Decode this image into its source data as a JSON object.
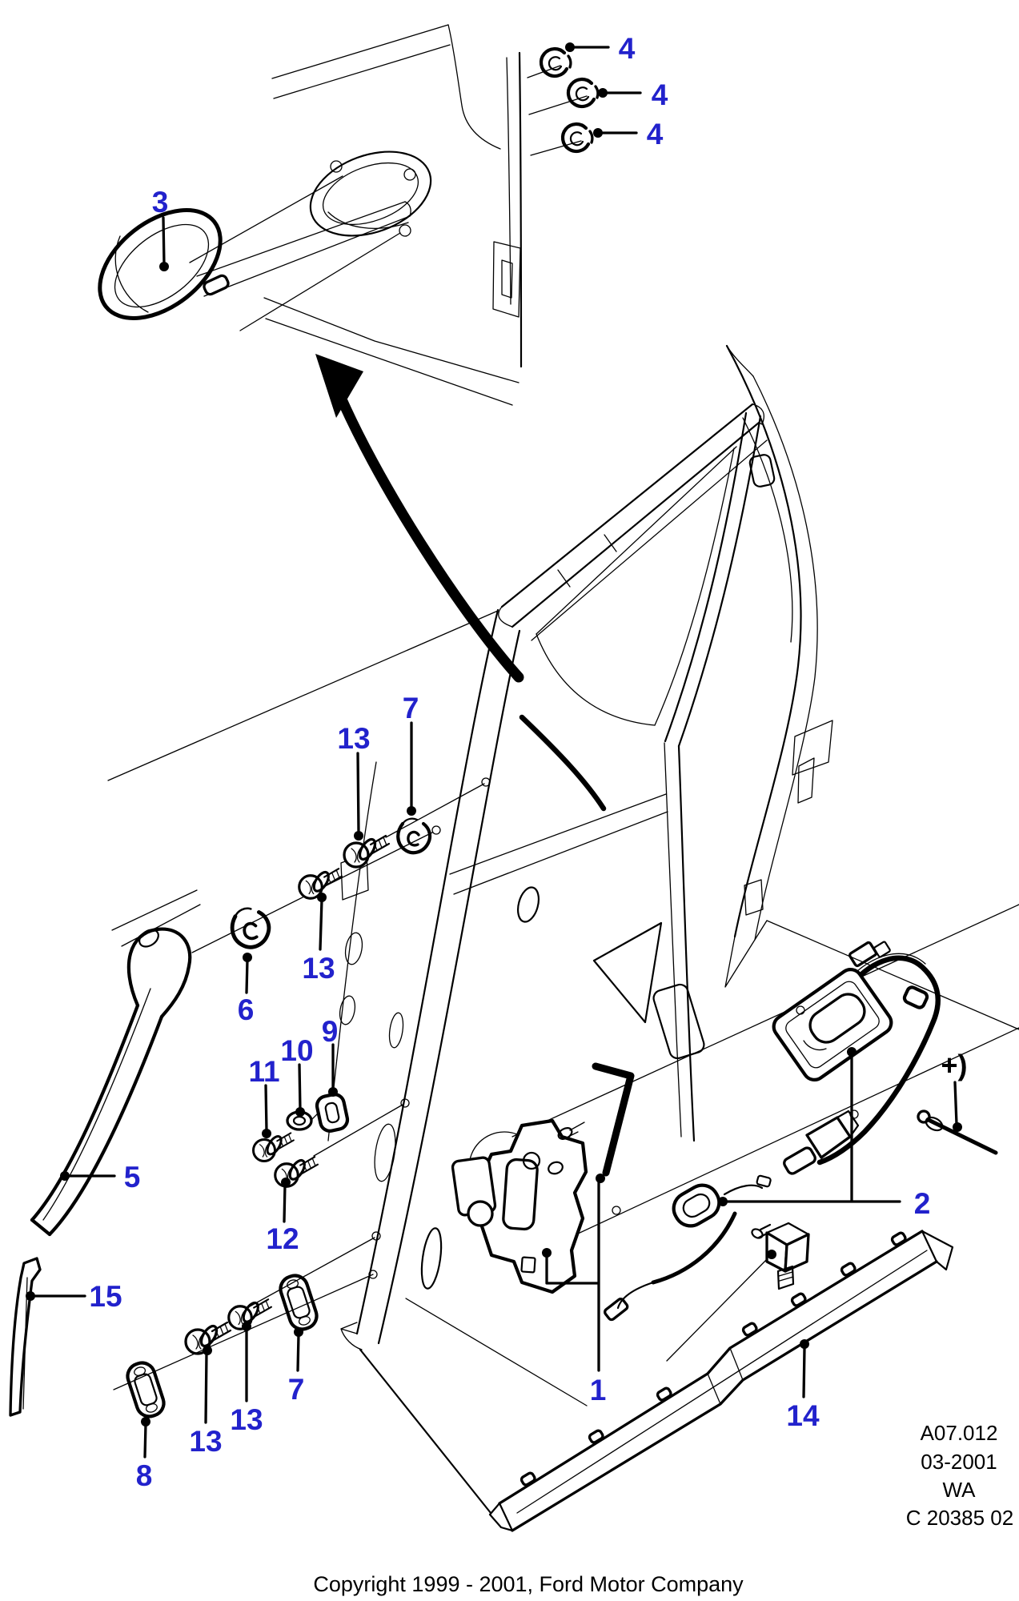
{
  "document": {
    "type": "exploded-parts-diagram",
    "subject": "Sliding door lock mechanism and handles"
  },
  "callouts": [
    {
      "id": "4-upper",
      "text": "4"
    },
    {
      "id": "4-middle",
      "text": "4"
    },
    {
      "id": "4-lower",
      "text": "4"
    },
    {
      "id": "3",
      "text": "3"
    },
    {
      "id": "7-top",
      "text": "7"
    },
    {
      "id": "13-top",
      "text": "13"
    },
    {
      "id": "6",
      "text": "6"
    },
    {
      "id": "13-mid",
      "text": "13"
    },
    {
      "id": "9",
      "text": "9"
    },
    {
      "id": "10",
      "text": "10"
    },
    {
      "id": "11",
      "text": "11"
    },
    {
      "id": "12",
      "text": "12"
    },
    {
      "id": "5",
      "text": "5"
    },
    {
      "id": "15",
      "text": "15"
    },
    {
      "id": "8",
      "text": "8"
    },
    {
      "id": "13-bottom-left",
      "text": "13"
    },
    {
      "id": "13-bottom-right",
      "text": "13"
    },
    {
      "id": "7-bottom",
      "text": "7"
    },
    {
      "id": "1",
      "text": "1"
    },
    {
      "id": "2",
      "text": "2"
    },
    {
      "id": "14",
      "text": "14"
    }
  ],
  "annotations": {
    "plus_note": "+)"
  },
  "reference_block": {
    "lines": [
      "A07.012",
      "03-2001",
      "WA",
      "C 20385 02"
    ]
  },
  "footer": {
    "copyright": "Copyright 1999 - 2001, Ford Motor Company"
  },
  "colors": {
    "callout": "#2222cc",
    "line": "#000000",
    "background": "#ffffff"
  }
}
